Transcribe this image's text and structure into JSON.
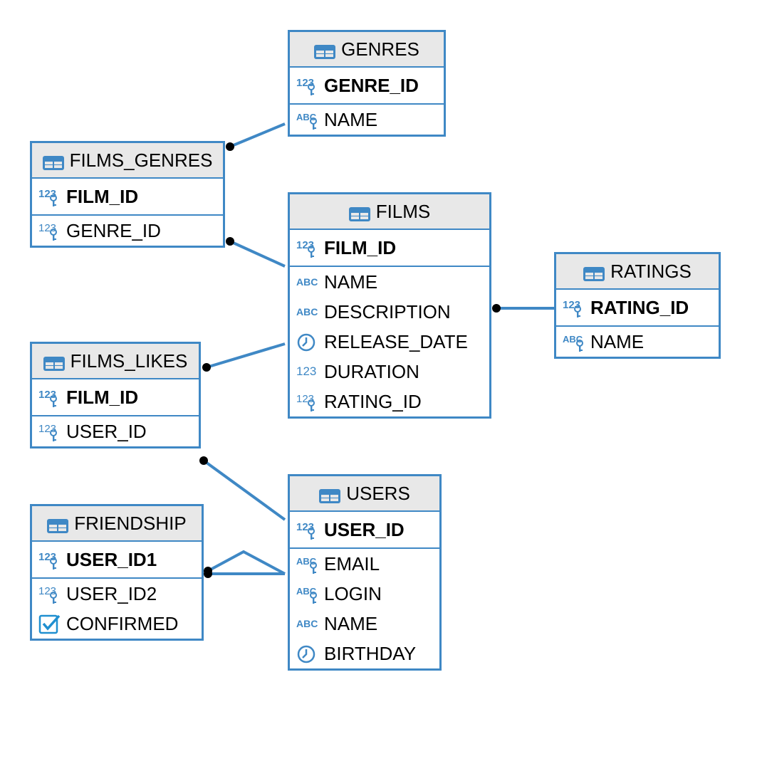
{
  "colors": {
    "border": "#3f88c5",
    "header_bg": "#e8e8e8",
    "line": "#3f88c5",
    "icon": "#3f88c5",
    "dot": "#000000"
  },
  "entities": {
    "genres": {
      "name": "GENRES",
      "pk": [
        {
          "name": "GENRE_ID",
          "icon": "number-key-icon"
        }
      ],
      "cols": [
        {
          "name": "NAME",
          "icon": "text-key-icon"
        }
      ]
    },
    "films_genres": {
      "name": "FILMS_GENRES",
      "pk": [
        {
          "name": "FILM_ID",
          "icon": "number-key-icon"
        }
      ],
      "cols": [
        {
          "name": "GENRE_ID",
          "icon": "number-key-icon"
        }
      ]
    },
    "films": {
      "name": "FILMS",
      "pk": [
        {
          "name": "FILM_ID",
          "icon": "number-key-icon"
        }
      ],
      "cols": [
        {
          "name": "NAME",
          "icon": "text-icon"
        },
        {
          "name": "DESCRIPTION",
          "icon": "text-icon"
        },
        {
          "name": "RELEASE_DATE",
          "icon": "clock-icon"
        },
        {
          "name": "DURATION",
          "icon": "number-icon"
        },
        {
          "name": "RATING_ID",
          "icon": "number-key-icon"
        }
      ]
    },
    "ratings": {
      "name": "RATINGS",
      "pk": [
        {
          "name": "RATING_ID",
          "icon": "number-key-icon"
        }
      ],
      "cols": [
        {
          "name": "NAME",
          "icon": "text-key-icon"
        }
      ]
    },
    "films_likes": {
      "name": "FILMS_LIKES",
      "pk": [
        {
          "name": "FILM_ID",
          "icon": "number-key-icon"
        }
      ],
      "cols": [
        {
          "name": "USER_ID",
          "icon": "number-key-icon"
        }
      ]
    },
    "users": {
      "name": "USERS",
      "pk": [
        {
          "name": "USER_ID",
          "icon": "number-key-icon"
        }
      ],
      "cols": [
        {
          "name": "EMAIL",
          "icon": "text-key-icon"
        },
        {
          "name": "LOGIN",
          "icon": "text-key-icon"
        },
        {
          "name": "NAME",
          "icon": "text-icon"
        },
        {
          "name": "BIRTHDAY",
          "icon": "clock-icon"
        }
      ]
    },
    "friendship": {
      "name": "FRIENDSHIP",
      "pk": [
        {
          "name": "USER_ID1",
          "icon": "number-key-icon"
        }
      ],
      "cols": [
        {
          "name": "USER_ID2",
          "icon": "number-key-icon"
        },
        {
          "name": "CONFIRMED",
          "icon": "checkbox-icon"
        }
      ]
    }
  },
  "relations": [
    {
      "from": "films_genres",
      "to": "genres"
    },
    {
      "from": "films_genres",
      "to": "films"
    },
    {
      "from": "films",
      "to": "ratings"
    },
    {
      "from": "films_likes",
      "to": "films"
    },
    {
      "from": "films_likes",
      "to": "users"
    },
    {
      "from": "friendship",
      "to": "users"
    },
    {
      "from": "friendship",
      "to": "users"
    }
  ]
}
